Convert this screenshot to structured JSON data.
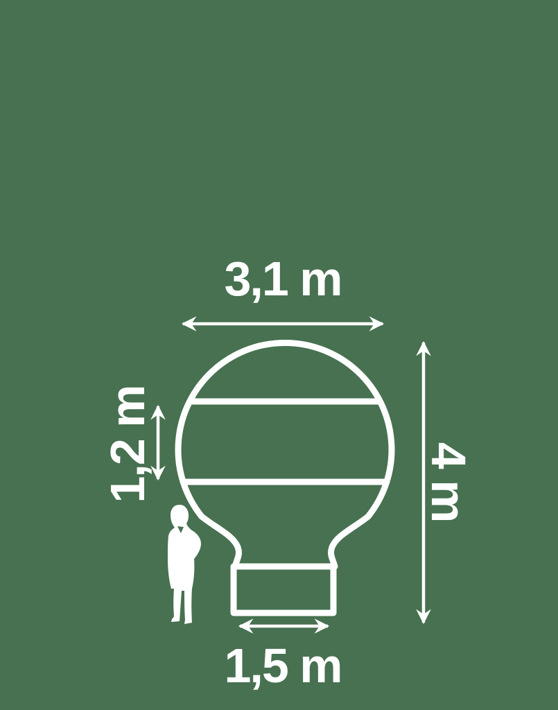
{
  "canvas": {
    "background_color": "#477150",
    "line_color": "#ffffff"
  },
  "diagram": {
    "type": "dimension-diagram",
    "subject": "balloon-with-band-and-rectangular-base",
    "scale_reference": "woman-silhouette",
    "labels": {
      "top_width": "3,1 m",
      "band_height": "1,2 m",
      "total_height": "4 m",
      "base_width": "1,5 m"
    }
  }
}
